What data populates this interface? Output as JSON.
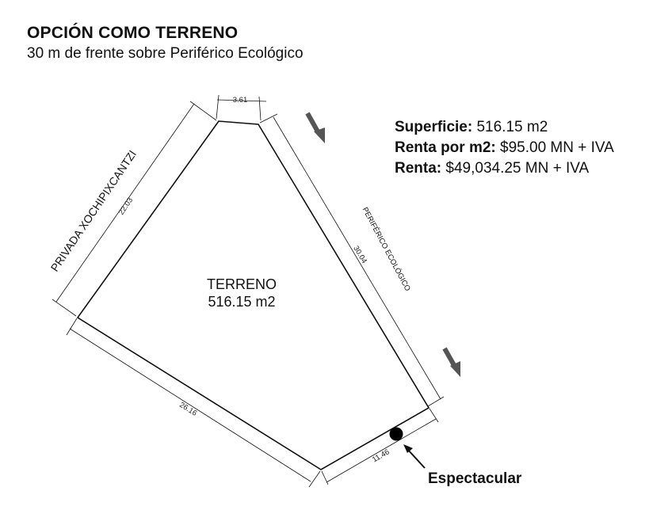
{
  "header": {
    "title": "OPCIÓN COMO TERRENO",
    "subtitle": "30 m de frente sobre Periférico Ecológico"
  },
  "info": {
    "superficie_label": "Superficie:",
    "superficie_value": "516.15 m2",
    "renta_m2_label": "Renta por m2:",
    "renta_m2_value": "$95.00 MN + IVA",
    "renta_label": "Renta:",
    "renta_value": "$49,034.25 MN + IVA"
  },
  "lot": {
    "name": "TERRENO",
    "area": "516.15 m2"
  },
  "dimensions": {
    "top": "3.61",
    "left": "22.03",
    "right": "30.04",
    "bottom_left": "26.16",
    "bottom_right": "11.46"
  },
  "streets": {
    "left": "PRIVADA XOCHIPIXCANTZI",
    "right": "PERIFÉRICO ECOLÓGICO"
  },
  "marker": {
    "label": "Espectacular"
  },
  "colors": {
    "line": "#111111",
    "arrow": "#555555"
  }
}
